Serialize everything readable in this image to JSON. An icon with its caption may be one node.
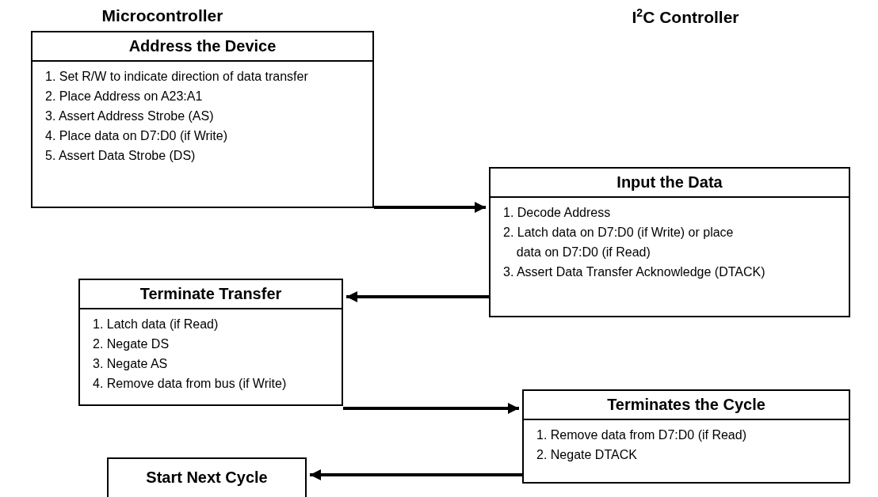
{
  "diagram": {
    "nodes": [
      {
        "text": [
          "Address the Device",
          "1. Set R/W to indicate direction of data transfer",
          "2. Place Address on A23:A1",
          "3. Assert Address Strobe (AS)",
          "4. Place data on D7:D0 (if Write)",
          "5. Assert Data Strobe (DS)"
        ]
      },
      {
        "text": [
          "Input the Data",
          "1. Decode Address",
          "2. Latch data on D7:D0 (if Write) or place data on D7:D0 (if Read)",
          "3. Assert Data Transfer Acknowledge (DTACK)"
        ]
      },
      {
        "text": [
          "Terminate Transfer",
          "1. Latch data (if Read)",
          "2. Negate DS",
          "3. Negate AS",
          "4. Remove data from bus (if Write)"
        ]
      },
      {
        "text": [
          "Terminates the Cycle",
          "1. Remove data from D7:D0 (if Read)",
          "2. Negate DTACK"
        ]
      },
      {
        "text": [
          "Start Next Cycle"
        ]
      }
    ],
    "edges": [
      {
        "from": 0,
        "to": 1,
        "arrow": "to"
      },
      {
        "from": 1,
        "to": 2,
        "arrow": "to"
      },
      {
        "from": 2,
        "to": 3,
        "arrow": "to"
      },
      {
        "from": 3,
        "to": 4,
        "arrow": "to"
      }
    ],
    "labels": [
      "Microcontroller",
      "I$^{2}$C Controller"
    ]
  }
}
